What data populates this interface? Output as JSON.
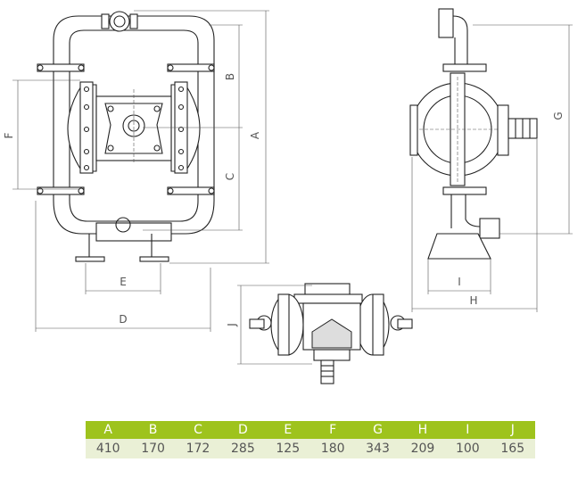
{
  "labels": {
    "A": "A",
    "B": "B",
    "C": "C",
    "D": "D",
    "E": "E",
    "F": "F",
    "G": "G",
    "H": "H",
    "I": "I",
    "J": "J"
  },
  "table": {
    "headers": [
      "A",
      "B",
      "C",
      "D",
      "E",
      "F",
      "G",
      "H",
      "I",
      "J"
    ],
    "values": [
      "410",
      "170",
      "172",
      "285",
      "125",
      "180",
      "343",
      "209",
      "100",
      "165"
    ]
  },
  "colors": {
    "header_bg": "#9ec31d",
    "row_bg": "#eaf0d6",
    "line": "#222222"
  }
}
